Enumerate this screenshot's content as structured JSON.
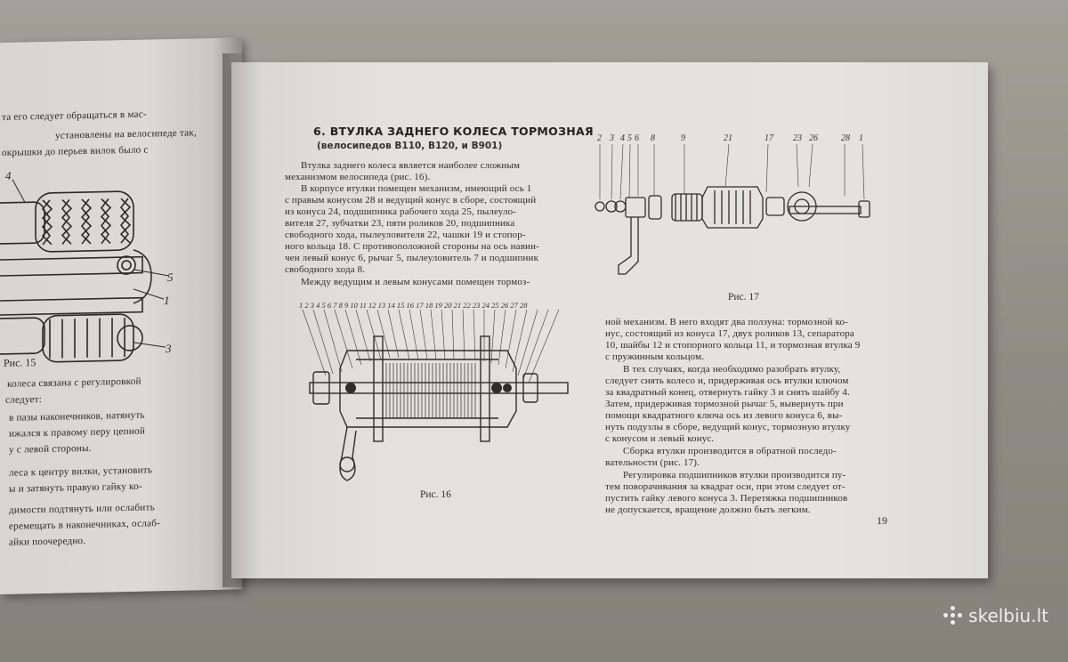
{
  "left_page": {
    "lines_top": [
      "та его следует обращаться в мас-",
      "установлены на велосипеде так,",
      "окрышки до перьев вилок было с"
    ],
    "fig_labels": [
      "4",
      "5",
      "1",
      "3"
    ],
    "caption": "Рис. 15",
    "lines_bottom": [
      "колеса связана с регулировкой",
      "следует:",
      "в пазы наконечников, натянуть",
      "ижался к правому перу цепной",
      "у с левой стороны.",
      "леса к центру вилки, установить",
      "ы и затянуть правую гайку ко-",
      "димости подтянуть или ослабить",
      "еремещать в наконечниках, ослаб-",
      "айки поочередно."
    ]
  },
  "right_page": {
    "heading": "6. ВТУЛКА ЗАДНЕГО КОЛЕСА ТОРМОЗНАЯ",
    "subheading": "(велосипедов В110, В120, и В901)",
    "col1_lines": [
      "Втулка заднего колеса является наиболее сложным",
      "механизмом велосипеда (рис. 16).",
      "В корпусе втулки помещен механизм, имеющий ось 1",
      "с правым конусом 28 и ведущий конус в сборе, состоящий",
      "из конуса 24, подшипника рабочего хода 25, пылеуло-",
      "вителя 27, зубчатки 23, пяти роликов 20, подшипника",
      "свободного хода, пылеуловителя 22, чашки 19 и стопор-",
      "ного кольца 18. С противоположной стороны на ось навин-",
      "чен левый конус 6, рычаг 5, пылеуловитель 7 и подшипник",
      "свободного хода 8.",
      "Между ведущим и левым конусами помещен тормоз-"
    ],
    "fig16_numbers": "1 2 3 4 5 6 7 8 9 10 11 12 13 14 15 16 17 18 19 20 21 22 23 24 25 26 27 28",
    "fig16_caption": "Рис. 16",
    "fig17_numbers": [
      "2",
      "3",
      "4",
      "5",
      "6",
      "8",
      "9",
      "21",
      "17",
      "23",
      "26",
      "28",
      "1"
    ],
    "fig17_caption": "Рис. 17",
    "col2_lines": [
      "ной механизм. В него входят два ползуна: тормозной ко-",
      "нус, состоящий из конуса 17, двух роликов 13, сепаратора",
      "10, шайбы 12 и стопорного кольца 11, и тормозная втулка 9",
      "с пружинным кольцом.",
      "В тех случаях, когда необходимо разобрать втулку,",
      "следует снять колесо и, придерживая ось втулки ключом",
      "за квадратный конец, отвернуть гайку 3 и снять шайбу 4.",
      "Затем, придерживая тормозной рычаг 5, вывернуть при",
      "помощи квадратного ключа ось из левого конуса 6, вы-",
      "нуть подузлы в сборе, ведущий конус, тормозную втулку",
      "с конусом и левый конус.",
      "Сборка втулки производится в обратной последо-",
      "вательности (рис. 17).",
      "Регулировка подшипников втулки производится пу-",
      "тем поворачивания за квадрат оси, при этом следует от-",
      "пустить гайку левого конуса 3. Перетяжка подшипников",
      "не допускается, вращение должно быть легким."
    ],
    "page_number": "19"
  },
  "watermark": "skelbiu.lt"
}
